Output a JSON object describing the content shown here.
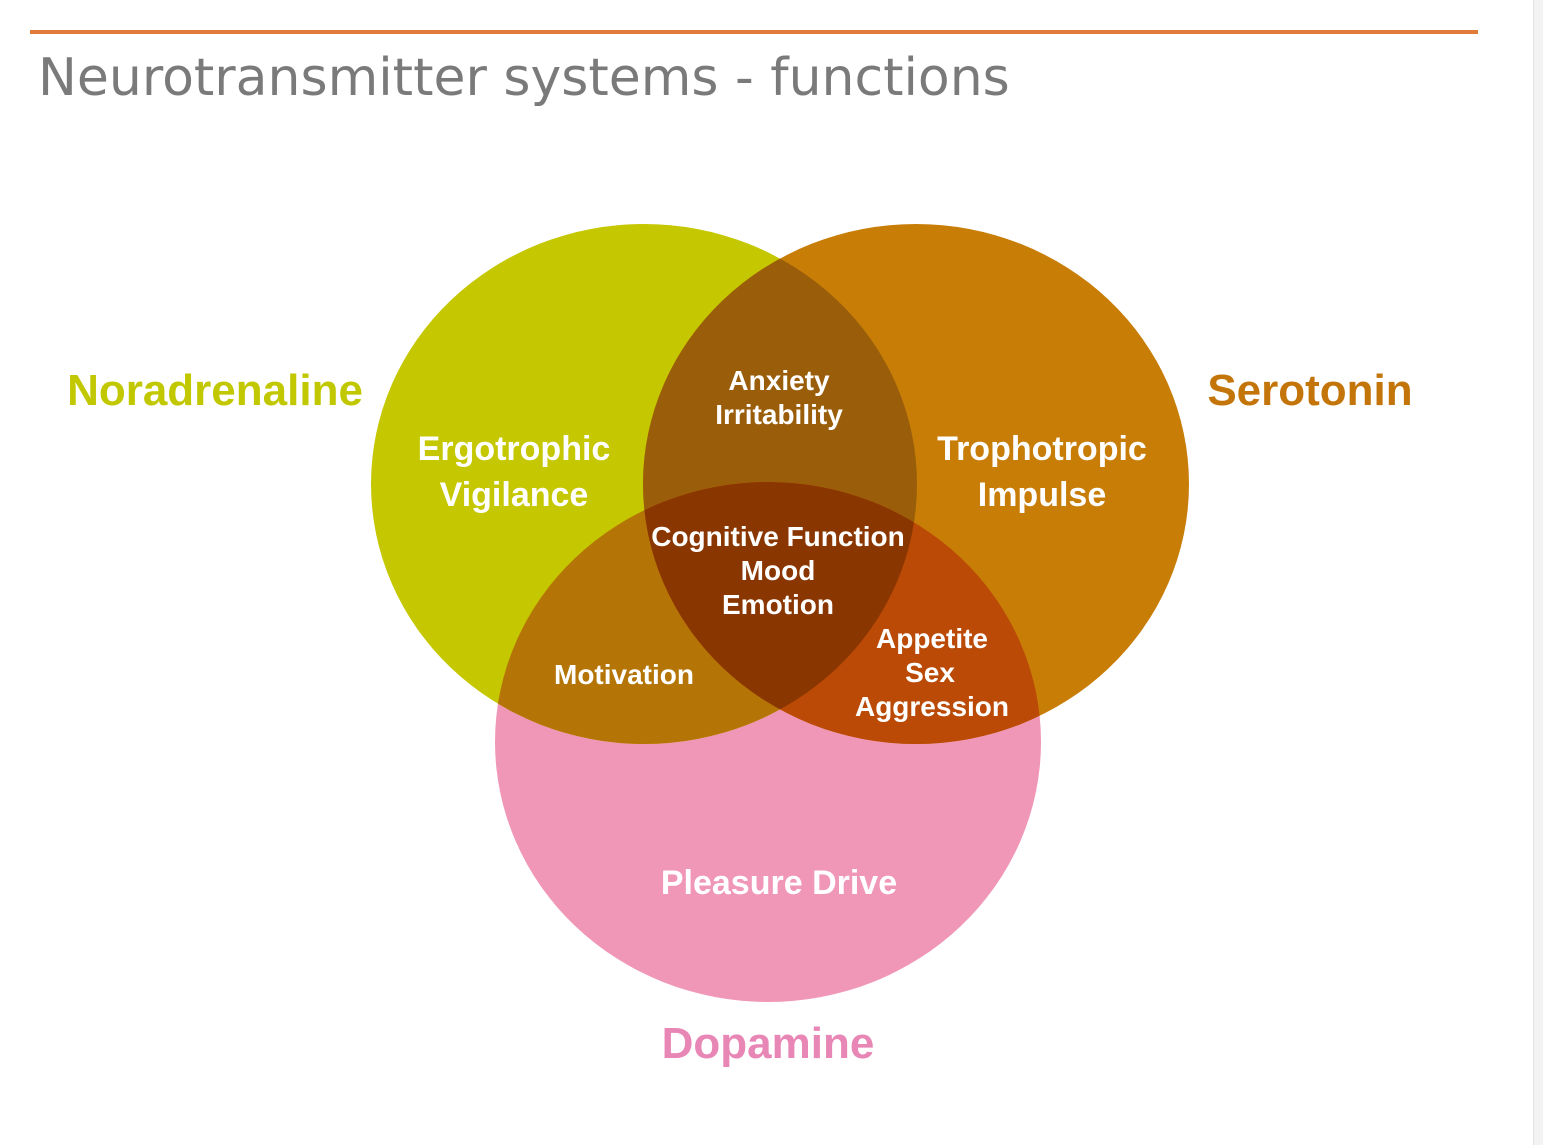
{
  "title": "Neurotransmitter systems - functions",
  "colors": {
    "rule": "#e07b39",
    "title": "#7a7a7a",
    "noradrenaline": "#c5c700",
    "serotonin": "#c87d07",
    "dopamine": "#f097b8",
    "nor_sero": "#9a5e0a",
    "nor_dop": "#b57506",
    "sero_dop": "#ba4a05",
    "all_three": "#8a3600",
    "noradrenaline_label": "#c2c800",
    "serotonin_label": "#c3750a",
    "dopamine_label": "#e886b6"
  },
  "sets": {
    "noradrenaline": {
      "name": "Noradrenaline",
      "lines": [
        "Ergotrophic",
        "Vigilance"
      ]
    },
    "serotonin": {
      "name": "Serotonin",
      "lines": [
        "Trophotropic",
        "Impulse"
      ]
    },
    "dopamine": {
      "name": "Dopamine",
      "lines": [
        "Pleasure Drive"
      ]
    }
  },
  "overlaps": {
    "nor_sero": [
      "Anxiety",
      "Irritability"
    ],
    "nor_dop": [
      "Motivation"
    ],
    "sero_dop": [
      "Appetite",
      "Sex",
      "Aggression"
    ],
    "all_three": [
      "Cognitive Function",
      "Mood",
      "Emotion"
    ]
  }
}
